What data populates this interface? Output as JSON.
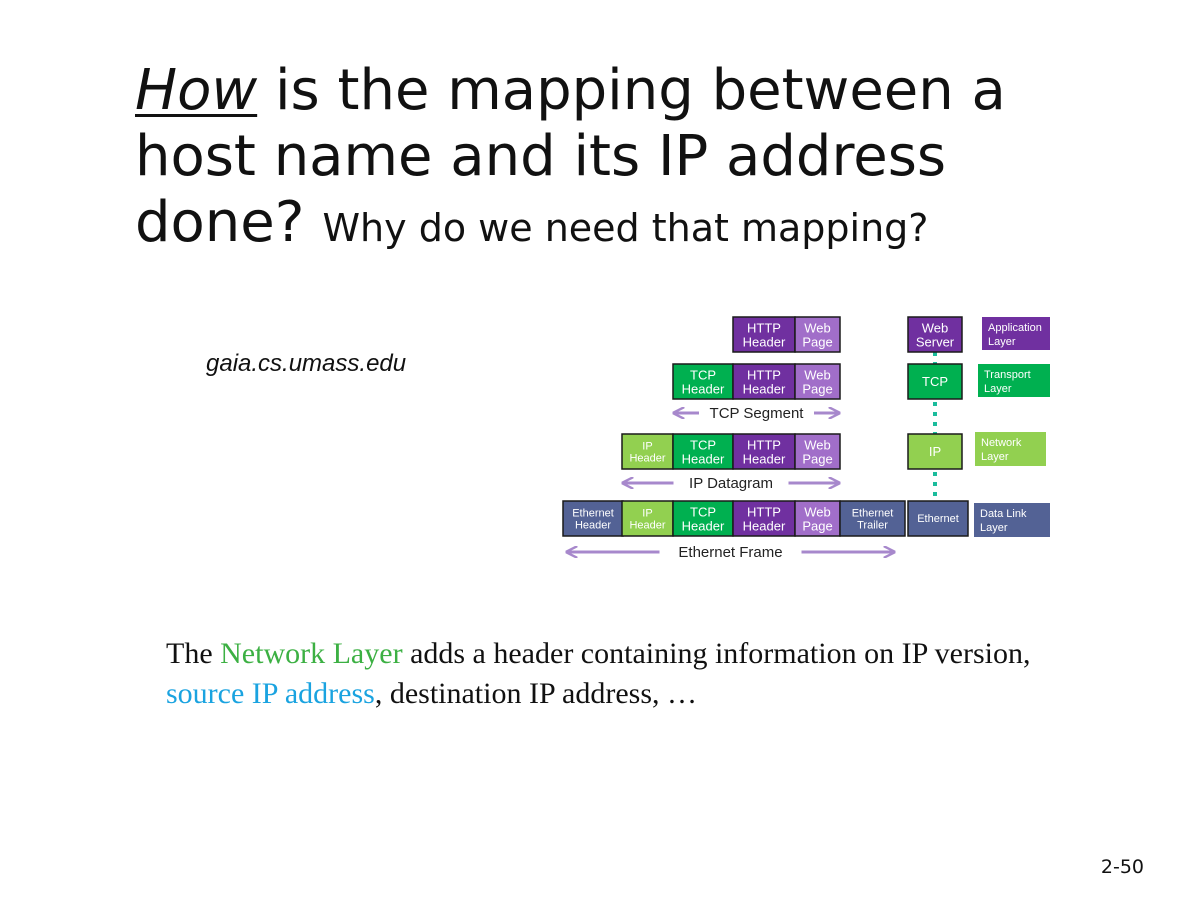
{
  "title": {
    "how": "How",
    "rest_line1": " is the mapping between a",
    "line2": "host name and its IP address",
    "line3": "done?",
    "subtitle": "Why do we need that mapping?"
  },
  "hostname": "gaia.cs.umass.edu",
  "diagram": {
    "colors": {
      "http": "#7030a0",
      "web": "#a16ec9",
      "tcp": "#00b050",
      "ip": "#92d050",
      "ethernet": "#536295",
      "arrow": "#a788cc",
      "dots": "#1abc9c"
    },
    "labels": {
      "http1": "HTTP",
      "http2": "Header",
      "web1": "Web",
      "web2": "Page",
      "tcp1": "TCP",
      "tcp2": "Header",
      "ip1": "IP",
      "ip2": "Header",
      "eth1": "Ethernet",
      "eth2": "Header",
      "trailer1": "Ethernet",
      "trailer2": "Trailer"
    },
    "stack": {
      "web_server1": "Web",
      "web_server2": "Server",
      "tcp": "TCP",
      "ip": "IP",
      "ethernet": "Ethernet"
    },
    "layers": {
      "app1": "Application",
      "app2": "Layer",
      "transport1": "Transport",
      "transport2": "Layer",
      "network1": "Network",
      "network2": "Layer",
      "datalink1": "Data Link",
      "datalink2": "Layer"
    },
    "arrows": {
      "tcp_segment": "TCP Segment",
      "ip_datagram": "IP Datagram",
      "ethernet_frame": "Ethernet Frame"
    }
  },
  "body": {
    "t1": "The ",
    "network_layer": "Network Layer",
    "t2": " adds a header containing information on IP version, ",
    "source_ip": "source IP address",
    "t3": ", destination IP address, …",
    "green": "#3cb043",
    "blue": "#1aa3e0"
  },
  "slide_number": "2-50"
}
